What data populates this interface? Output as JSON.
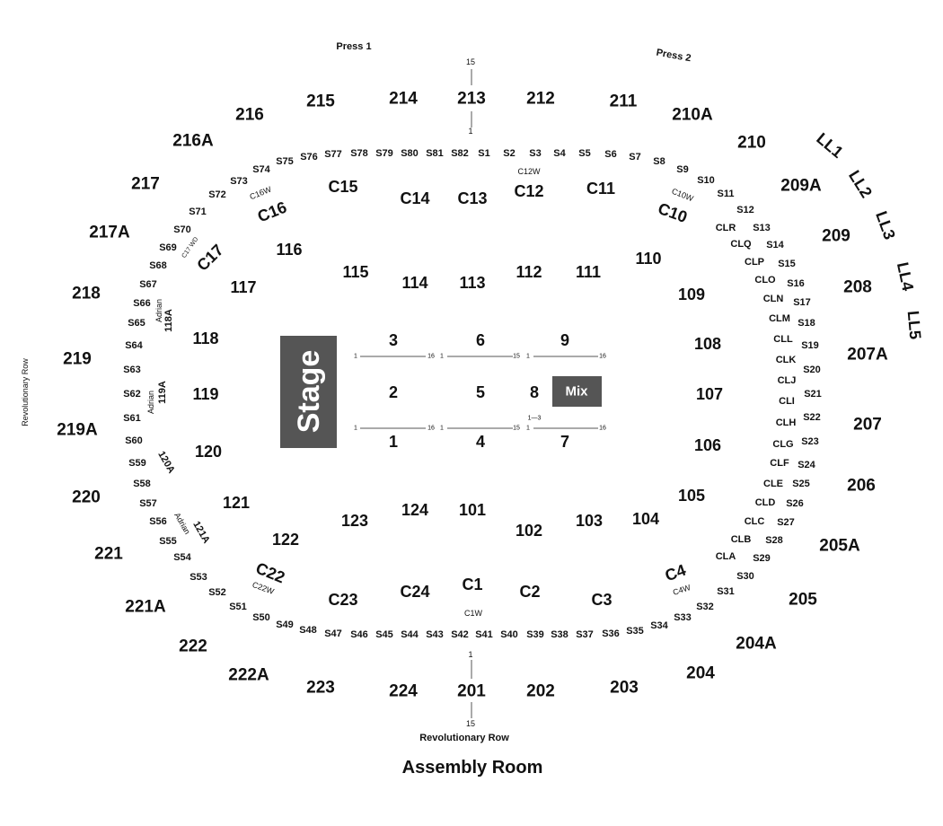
{
  "title": "Assembly Room",
  "press": [
    "Press 1",
    "Press 2"
  ],
  "revolutionary_row": [
    "Revolutionary Row",
    "Revolutionary Row"
  ],
  "stage_label": "Stage",
  "mix_label": "Mix",
  "floor_sections": [
    "1",
    "2",
    "3",
    "4",
    "5",
    "6",
    "7",
    "8",
    "9"
  ],
  "floor_row_numbers": [
    "1",
    "16",
    "1",
    "15",
    "1",
    "16",
    "1",
    "16",
    "1",
    "15",
    "1",
    "16",
    "1—3"
  ],
  "aisle_numbers": [
    "15",
    "1",
    "1",
    "15"
  ],
  "lower_sections": [
    "101",
    "102",
    "103",
    "104",
    "105",
    "106",
    "107",
    "108",
    "109",
    "110",
    "111",
    "112",
    "113",
    "114",
    "115",
    "116",
    "117",
    "118",
    "119",
    "120",
    "121",
    "122",
    "123",
    "124"
  ],
  "club_sections": [
    "C1",
    "C2",
    "C3",
    "C4",
    "C10",
    "C11",
    "C12",
    "C13",
    "C14",
    "C15",
    "C16",
    "C17",
    "C22",
    "C23",
    "C24"
  ],
  "club_wheel": [
    "C1W",
    "C4W",
    "C10W",
    "C12W",
    "C16W",
    "C22W",
    "C17 WD"
  ],
  "adrian": [
    "Adrian",
    "118A",
    "Adrian",
    "119A",
    "120A",
    "Adrian",
    "121A"
  ],
  "suites": [
    "S1",
    "S2",
    "S3",
    "S4",
    "S5",
    "S6",
    "S7",
    "S8",
    "S9",
    "S10",
    "S11",
    "S12",
    "S13",
    "S14",
    "S15",
    "S16",
    "S17",
    "S18",
    "S19",
    "S20",
    "S21",
    "S22",
    "S23",
    "S24",
    "S25",
    "S26",
    "S27",
    "S28",
    "S29",
    "S30",
    "S31",
    "S32",
    "S33",
    "S34",
    "S35",
    "S36",
    "S37",
    "S38",
    "S39",
    "S40",
    "S41",
    "S42",
    "S43",
    "S44",
    "S45",
    "S46",
    "S47",
    "S48",
    "S49",
    "S50",
    "S51",
    "S52",
    "S53",
    "S54",
    "S55",
    "S56",
    "S57",
    "S58",
    "S59",
    "S60",
    "S61",
    "S62",
    "S63",
    "S64",
    "S65",
    "S66",
    "S67",
    "S68",
    "S69",
    "S70",
    "S71",
    "S72",
    "S73",
    "S74",
    "S75",
    "S76",
    "S77",
    "S78",
    "S79",
    "S80",
    "S81",
    "S82"
  ],
  "club_loges": [
    "CLA",
    "CLB",
    "CLC",
    "CLD",
    "CLE",
    "CLF",
    "CLG",
    "CLH",
    "CLI",
    "CLJ",
    "CLK",
    "CLL",
    "CLM",
    "CLN",
    "CLO",
    "CLP",
    "CLQ",
    "CLR"
  ],
  "upper_sections": [
    "201",
    "202",
    "203",
    "204",
    "204A",
    "205",
    "205A",
    "206",
    "207",
    "207A",
    "208",
    "209",
    "209A",
    "210",
    "210A",
    "211",
    "212",
    "213",
    "214",
    "215",
    "216",
    "216A",
    "217",
    "217A",
    "218",
    "219",
    "219A",
    "220",
    "221",
    "221A",
    "222",
    "222A",
    "223",
    "224"
  ],
  "loge_levels": [
    "LL1",
    "LL2",
    "LL3",
    "LL4",
    "LL5"
  ]
}
